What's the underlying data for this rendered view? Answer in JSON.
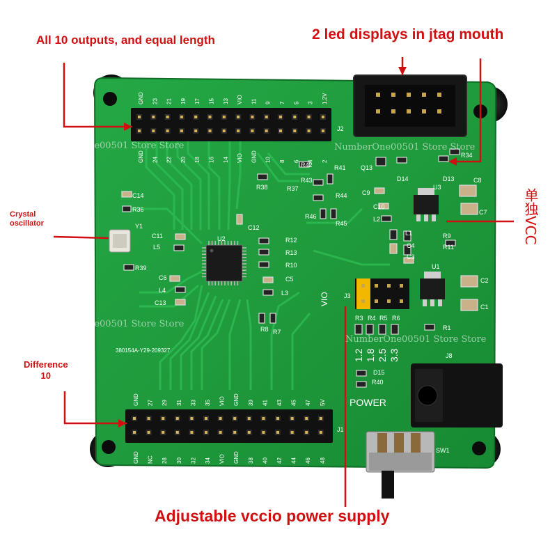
{
  "annotations": {
    "outputs": "All 10 outputs, and equal length",
    "led_displays": "2 led displays in jtag mouth",
    "crystal": "Crystal\noscillator",
    "difference": "Difference\n10",
    "vccio": "Adjustable vccio power supply",
    "single_vcc": "单独VCC"
  },
  "watermark": "NumberOne00501 Store Store",
  "board": {
    "top_header_top_row": [
      "GND",
      "23",
      "21",
      "19",
      "17",
      "15",
      "13",
      "VIO",
      "11",
      "9",
      "7",
      "5",
      "3",
      "1.2V"
    ],
    "top_header_bottom_row": [
      "GND",
      "24",
      "22",
      "20",
      "18",
      "16",
      "14",
      "VIO",
      "GND",
      "10",
      "8",
      "6",
      "4",
      "2"
    ],
    "bottom_header_top_row": [
      "GND",
      "27",
      "29",
      "31",
      "33",
      "35",
      "VIO",
      "GND",
      "39",
      "41",
      "43",
      "45",
      "47",
      "5V"
    ],
    "bottom_header_bottom_row": [
      "GND",
      "NC",
      "28",
      "30",
      "32",
      "34",
      "VIO",
      "GND",
      "38",
      "40",
      "42",
      "44",
      "46",
      "48"
    ],
    "refs": {
      "j2": "J2",
      "j1": "J1",
      "j3": "J3",
      "j8": "J8",
      "u1": "U1",
      "u2": "U2",
      "u3": "U3",
      "sw1": "SW1",
      "y1": "Y1",
      "c14": "C14",
      "r36": "R36",
      "c11": "C11",
      "l5": "L5",
      "r39": "R39",
      "c6": "C6",
      "l4": "L4",
      "c13": "C13",
      "c12": "C12",
      "r38": "R38",
      "r37": "R37",
      "r42": "R42",
      "r43": "R43",
      "r41": "R41",
      "r44": "R44",
      "r46": "R46",
      "r45": "R45",
      "r12": "R12",
      "r13": "R13",
      "r10": "R10",
      "c5": "C5",
      "l3": "L3",
      "r8": "R8",
      "r7": "R7",
      "q13": "Q13",
      "d14": "D14",
      "r34": "R34",
      "d13": "D13",
      "c8": "C8",
      "c7": "C7",
      "c9": "C9",
      "c10": "C10",
      "l2": "L2",
      "l1": "L1",
      "c4": "C4",
      "c3": "C3",
      "r9": "R9",
      "r11": "R11",
      "c2": "C2",
      "c1": "C1",
      "r1": "R1",
      "r3": "R3",
      "r4": "R4",
      "r5": "R5",
      "r6": "R6",
      "d15": "D15",
      "r40": "R40"
    },
    "vio_label": "VIO",
    "voltages": [
      "1.2",
      "1.8",
      "2.5",
      "3.3"
    ],
    "power_label": "POWER",
    "board_id": "380154A-Y29-209327"
  },
  "colors": {
    "pcb": "#1f9a3c",
    "annotation": "#d01010",
    "jumper": "#f2b800"
  }
}
